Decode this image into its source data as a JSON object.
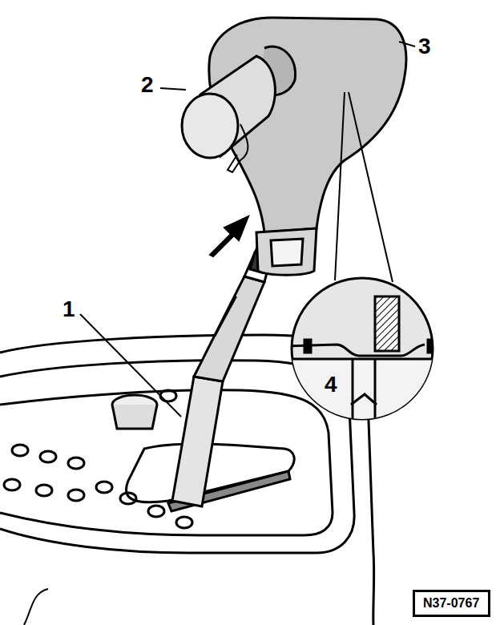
{
  "diagram": {
    "nodes": [
      {
        "text": [
          "N37-0767"
        ]
      }
    ],
    "labels": [
      "1",
      "2",
      "3",
      "4"
    ]
  }
}
